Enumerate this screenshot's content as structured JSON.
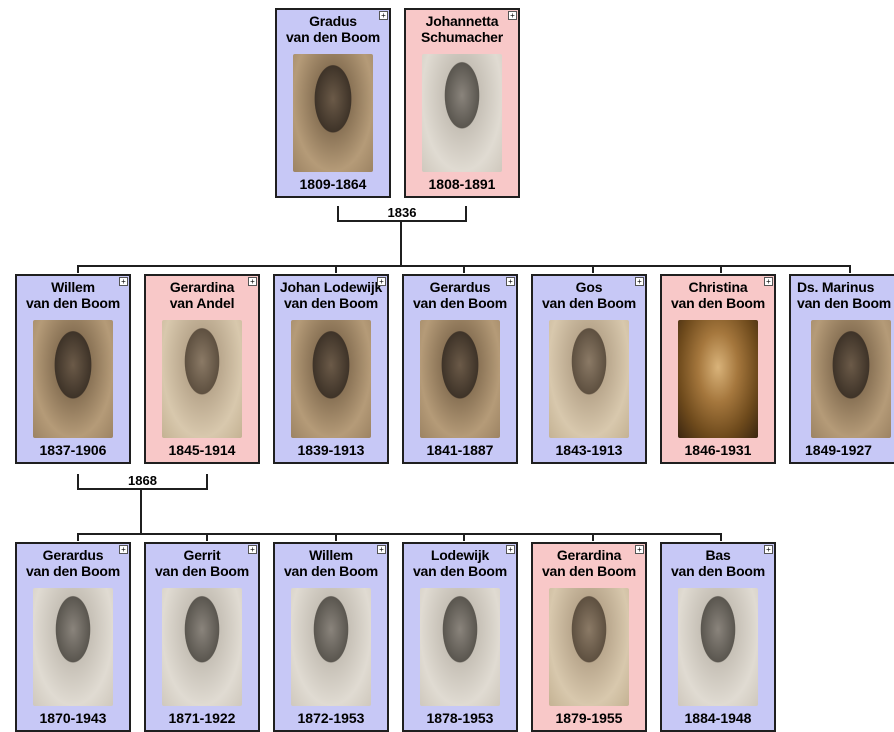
{
  "expand_symbol": "+",
  "generation1": [
    {
      "first": "Gradus",
      "last": "van den Boom",
      "years": "1809-1864",
      "sex": "m"
    },
    {
      "first": "Johannetta",
      "last": "Schumacher",
      "years": "1808-1891",
      "sex": "f"
    }
  ],
  "marriage1": "1836",
  "generation2": [
    {
      "first": "Willem",
      "last": "van den Boom",
      "years": "1837-1906",
      "sex": "m"
    },
    {
      "first": "Gerardina",
      "last": "van Andel",
      "years": "1845-1914",
      "sex": "f"
    },
    {
      "first": "Johan Lodewijk",
      "last": "van den Boom",
      "years": "1839-1913",
      "sex": "m"
    },
    {
      "first": "Gerardus",
      "last": "van den Boom",
      "years": "1841-1887",
      "sex": "m"
    },
    {
      "first": "Gos",
      "last": "van den Boom",
      "years": "1843-1913",
      "sex": "m"
    },
    {
      "first": "Christina",
      "last": "van den Boom",
      "years": "1846-1931",
      "sex": "f"
    },
    {
      "first": "Ds. Marinus",
      "last": "van den Boom",
      "years": "1849-1927",
      "sex": "m"
    }
  ],
  "marriage2": "1868",
  "generation3": [
    {
      "first": "Gerardus",
      "last": "van den Boom",
      "years": "1870-1943",
      "sex": "m"
    },
    {
      "first": "Gerrit",
      "last": "van den Boom",
      "years": "1871-1922",
      "sex": "m"
    },
    {
      "first": "Willem",
      "last": "van den Boom",
      "years": "1872-1953",
      "sex": "m"
    },
    {
      "first": "Lodewijk",
      "last": "van den Boom",
      "years": "1878-1953",
      "sex": "m"
    },
    {
      "first": "Gerardina",
      "last": "van den Boom",
      "years": "1879-1955",
      "sex": "f"
    },
    {
      "first": "Bas",
      "last": "van den Boom",
      "years": "1884-1948",
      "sex": "m"
    }
  ]
}
